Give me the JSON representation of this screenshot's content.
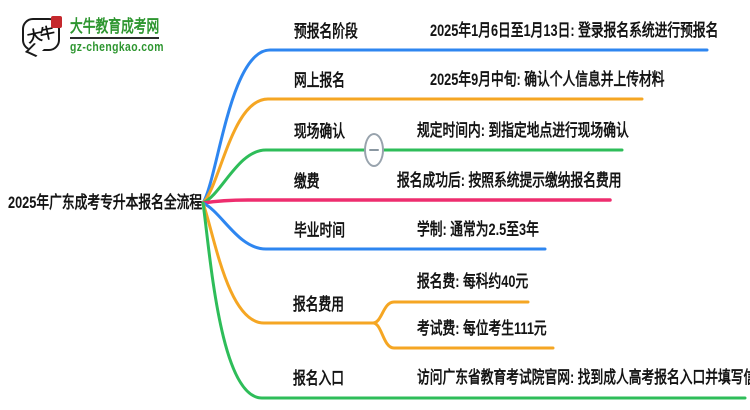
{
  "logo": {
    "bubble_text": "大牛",
    "title": "大牛教育成考网",
    "domain": "gz-chengkao.com",
    "brand_color": "#2e9630",
    "seal_color": "#c5282d"
  },
  "central_topic": "2025年广东成考专升本报名全流程",
  "colors": {
    "blue": "#2e86f0",
    "orange": "#f5a623",
    "green": "#2ebd59",
    "pink": "#ee2d6e"
  },
  "branches": [
    {
      "label": "预报名阶段",
      "color": "blue",
      "children": [
        {
          "text": "2025年1月6日至1月13日: 登录报名系统进行预报名"
        }
      ]
    },
    {
      "label": "网上报名",
      "color": "orange",
      "children": [
        {
          "text": "2025年9月中旬: 确认个人信息并上传材料"
        }
      ]
    },
    {
      "label": "现场确认",
      "color": "green",
      "collapse_control": "minus",
      "children": [
        {
          "text": "规定时间内: 到指定地点进行现场确认"
        }
      ]
    },
    {
      "label": "缴费",
      "color": "pink",
      "children": [
        {
          "text": "报名成功后: 按照系统提示缴纳报名费用"
        }
      ]
    },
    {
      "label": "毕业时间",
      "color": "blue",
      "children": [
        {
          "text": "学制: 通常为2.5至3年"
        }
      ]
    },
    {
      "label": "报名费用",
      "color": "orange",
      "children": [
        {
          "text": "报名费: 每科约40元"
        },
        {
          "text": "考试费: 每位考生111元"
        }
      ]
    },
    {
      "label": "报名入口",
      "color": "green",
      "children": [
        {
          "text": "访问广东省教育考试院官网: 找到成人高考报名入口并填写信息"
        }
      ]
    }
  ]
}
